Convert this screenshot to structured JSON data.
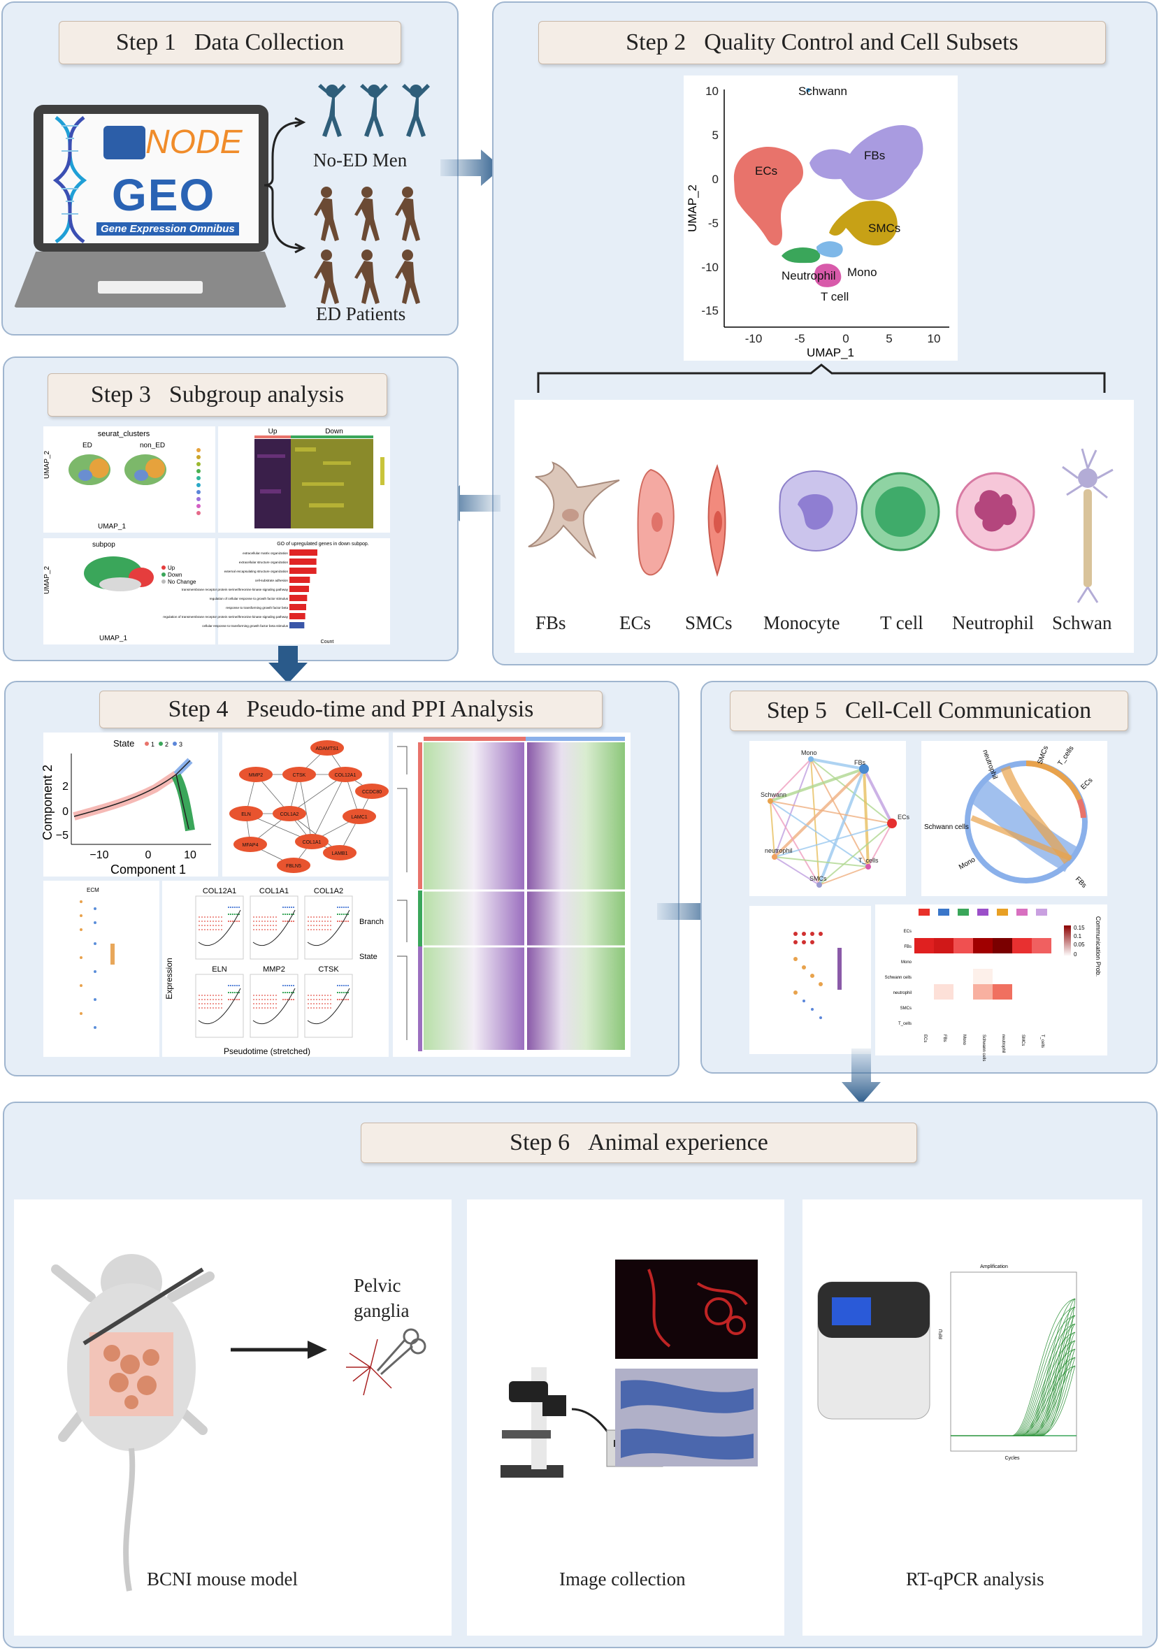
{
  "steps": {
    "s1": {
      "num": "Step 1",
      "title": "Data Collection"
    },
    "s2": {
      "num": "Step 2",
      "title": "Quality Control and Cell Subsets"
    },
    "s3": {
      "num": "Step 3",
      "title": "Subgroup analysis"
    },
    "s4": {
      "num": "Step 4",
      "title": "Pseudo-time and PPI Analysis"
    },
    "s5": {
      "num": "Step 5",
      "title": "Cell-Cell Communication"
    },
    "s6": {
      "num": "Step 6",
      "title": "Animal experience"
    }
  },
  "step1": {
    "node_logo": "NODE",
    "geo_logo": "GEO",
    "geo_sub": "Gene Expression Omnibus",
    "group1": "No-ED Men",
    "group2": "ED Patients"
  },
  "umap": {
    "xlabel": "UMAP_1",
    "ylabel": "UMAP_2",
    "xticks": [
      "-10",
      "-5",
      "0",
      "5",
      "10"
    ],
    "yticks": [
      "10",
      "5",
      "0",
      "-5",
      "-10",
      "-15"
    ],
    "clusters": [
      "Schwann",
      "ECs",
      "FBs",
      "SMCs",
      "Neutrophil",
      "Mono",
      "T cell"
    ],
    "colors": {
      "ECs": "#e8736b",
      "FBs": "#a99be0",
      "SMCs": "#c7a116",
      "Neutrophil": "#3aa65a",
      "Mono": "#7fb8e8",
      "Tcell": "#d85aaa",
      "Schwann": "#4aa0d8"
    }
  },
  "cells": [
    "FBs",
    "ECs",
    "SMCs",
    "Monocyte",
    "T cell",
    "Neutrophil",
    "Schwan"
  ],
  "step3": {
    "clusters_title": "seurat_clusters",
    "ed": "ED",
    "non_ed": "non_ED",
    "subpop": "subpop",
    "up": "Up",
    "down": "Down",
    "no_change": "No Change",
    "umap1": "UMAP_1",
    "umap2": "UMAP_2",
    "heat_up": "Up",
    "heat_down": "Down",
    "go_title": "GO of upregulated genes in down subpop.",
    "go_terms": [
      "extracellular matrix organization",
      "extracellular structure organization",
      "external encapsulating structure organization",
      "cell-substrate adhesion",
      "transmembrane receptor protein serine/threonine kinase signaling pathway",
      "regulation of cellular response to growth factor stimulus",
      "response to transforming growth factor beta",
      "regulation of transmembrane receptor protein serine/threonine kinase signaling pathway",
      "cellular response to transforming growth factor beta stimulus"
    ],
    "go_counts": [
      30,
      29,
      29,
      22,
      21,
      19,
      18,
      17,
      16
    ],
    "count_label": "Count"
  },
  "step4": {
    "state_label": "State",
    "states": [
      "1",
      "2",
      "3"
    ],
    "comp1": "Component 1",
    "comp2": "Component 2",
    "ppi_nodes": [
      "ADAMTS1",
      "MMP2",
      "CTSK",
      "COL12A1",
      "CCDC80",
      "ELN",
      "COL1A2",
      "LAMC1",
      "MFAP4",
      "COL1A1",
      "LAMB1",
      "FBLN5"
    ],
    "genes": [
      "COL12A1",
      "COL1A1",
      "COL1A2",
      "ELN",
      "MMP2",
      "CTSK"
    ],
    "expression": "Expression",
    "pseudotime": "Pseudotime (stretched)",
    "branch": "Branch",
    "state": "State",
    "ecm": "ECM"
  },
  "step5": {
    "net_nodes": [
      "Mono",
      "FBs",
      "Schwann",
      "ECs",
      "neutrophil",
      "T_cells",
      "SMCs"
    ],
    "chord_labels": [
      "SMCs",
      "T_cells",
      "ECs",
      "neutrophil",
      "Schwann cells",
      "Mono",
      "FBs"
    ],
    "heat_rows": [
      "ECs",
      "FBs",
      "Mono",
      "Schwann cells",
      "neutrophil",
      "SMCs",
      "T_cells"
    ],
    "heat_cols": [
      "ECs",
      "FBs",
      "Mono",
      "Schwann cells",
      "neutrophil",
      "SMCs",
      "T_cells"
    ],
    "prob_label": "Communication Prob.",
    "prob_ticks": [
      "0.15",
      "0.1",
      "0.05",
      "0"
    ]
  },
  "step6": {
    "pelvic": "Pelvic",
    "ganglia": "ganglia",
    "bcni": "BCNI mouse model",
    "image": "Image collection",
    "qpcr": "RT-qPCR analysis",
    "amp_title": "Amplification",
    "rfu": "RFU",
    "cycles": "Cycles"
  }
}
